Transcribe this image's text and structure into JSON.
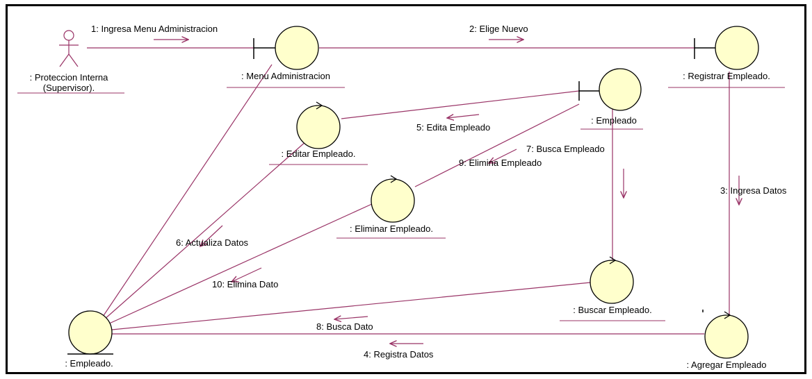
{
  "colors": {
    "line": "#993366",
    "object_fill": "#FFFFCC",
    "object_stroke": "#000000",
    "text": "#000000"
  },
  "objects": {
    "actor": {
      "name_line1": ": Proteccion Interna",
      "name_line2": "(Supervisor)."
    },
    "menu_administracion": ": Menu Administracion",
    "registrar_empleado": ": Registrar Empleado.",
    "empleado_boundary": ": Empleado",
    "editar_empleado": ": Editar Empleado.",
    "eliminar_empleado": ": Eliminar Empleado.",
    "buscar_empleado": ": Buscar Empleado.",
    "agregar_empleado": ": Agregar Empleado",
    "empleado_entity": ": Empleado."
  },
  "messages": [
    {
      "id": "m1",
      "text": "1: Ingresa Menu Administracion"
    },
    {
      "id": "m2",
      "text": "2: Elige Nuevo"
    },
    {
      "id": "m3",
      "text": "3: Ingresa Datos"
    },
    {
      "id": "m4",
      "text": "4: Registra Datos"
    },
    {
      "id": "m5",
      "text": "5: Edita Empleado"
    },
    {
      "id": "m6",
      "text": "6: Actualiza Datos"
    },
    {
      "id": "m7",
      "text": "7: Busca Empleado"
    },
    {
      "id": "m8",
      "text": "8: Busca Dato"
    },
    {
      "id": "m9",
      "text": "9: Elimina Empleado"
    },
    {
      "id": "m10",
      "text": "10: Elimina Dato"
    }
  ]
}
